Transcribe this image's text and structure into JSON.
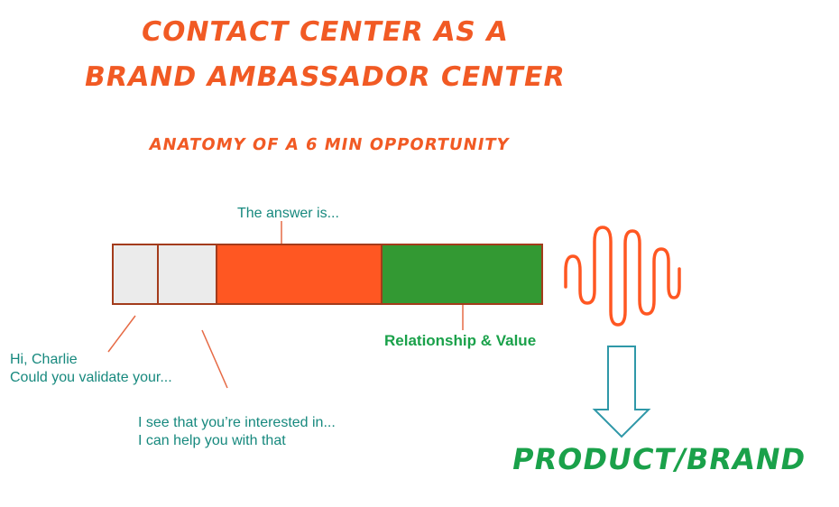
{
  "title": {
    "line1": "CONTACT CENTER AS A",
    "line2": "BRAND AMBASSADOR CENTER"
  },
  "subtitle": "ANATOMY OF A 6 MIN OPPORTUNITY",
  "callouts": {
    "answer": "The answer is...",
    "greeting": [
      "Hi, Charlie",
      "Could you validate your..."
    ],
    "interest": [
      "I see that you’re interested in...",
      "I can help you with that"
    ],
    "relationship": "Relationship & Value"
  },
  "result": "PRODUCT/BRAND",
  "colors": {
    "orange": "#ff5722",
    "green": "#339933",
    "teal_text": "#17897e",
    "grey_segment": "#ebebeb"
  },
  "icons": [
    "sound-wave-icon",
    "down-arrow-icon"
  ]
}
